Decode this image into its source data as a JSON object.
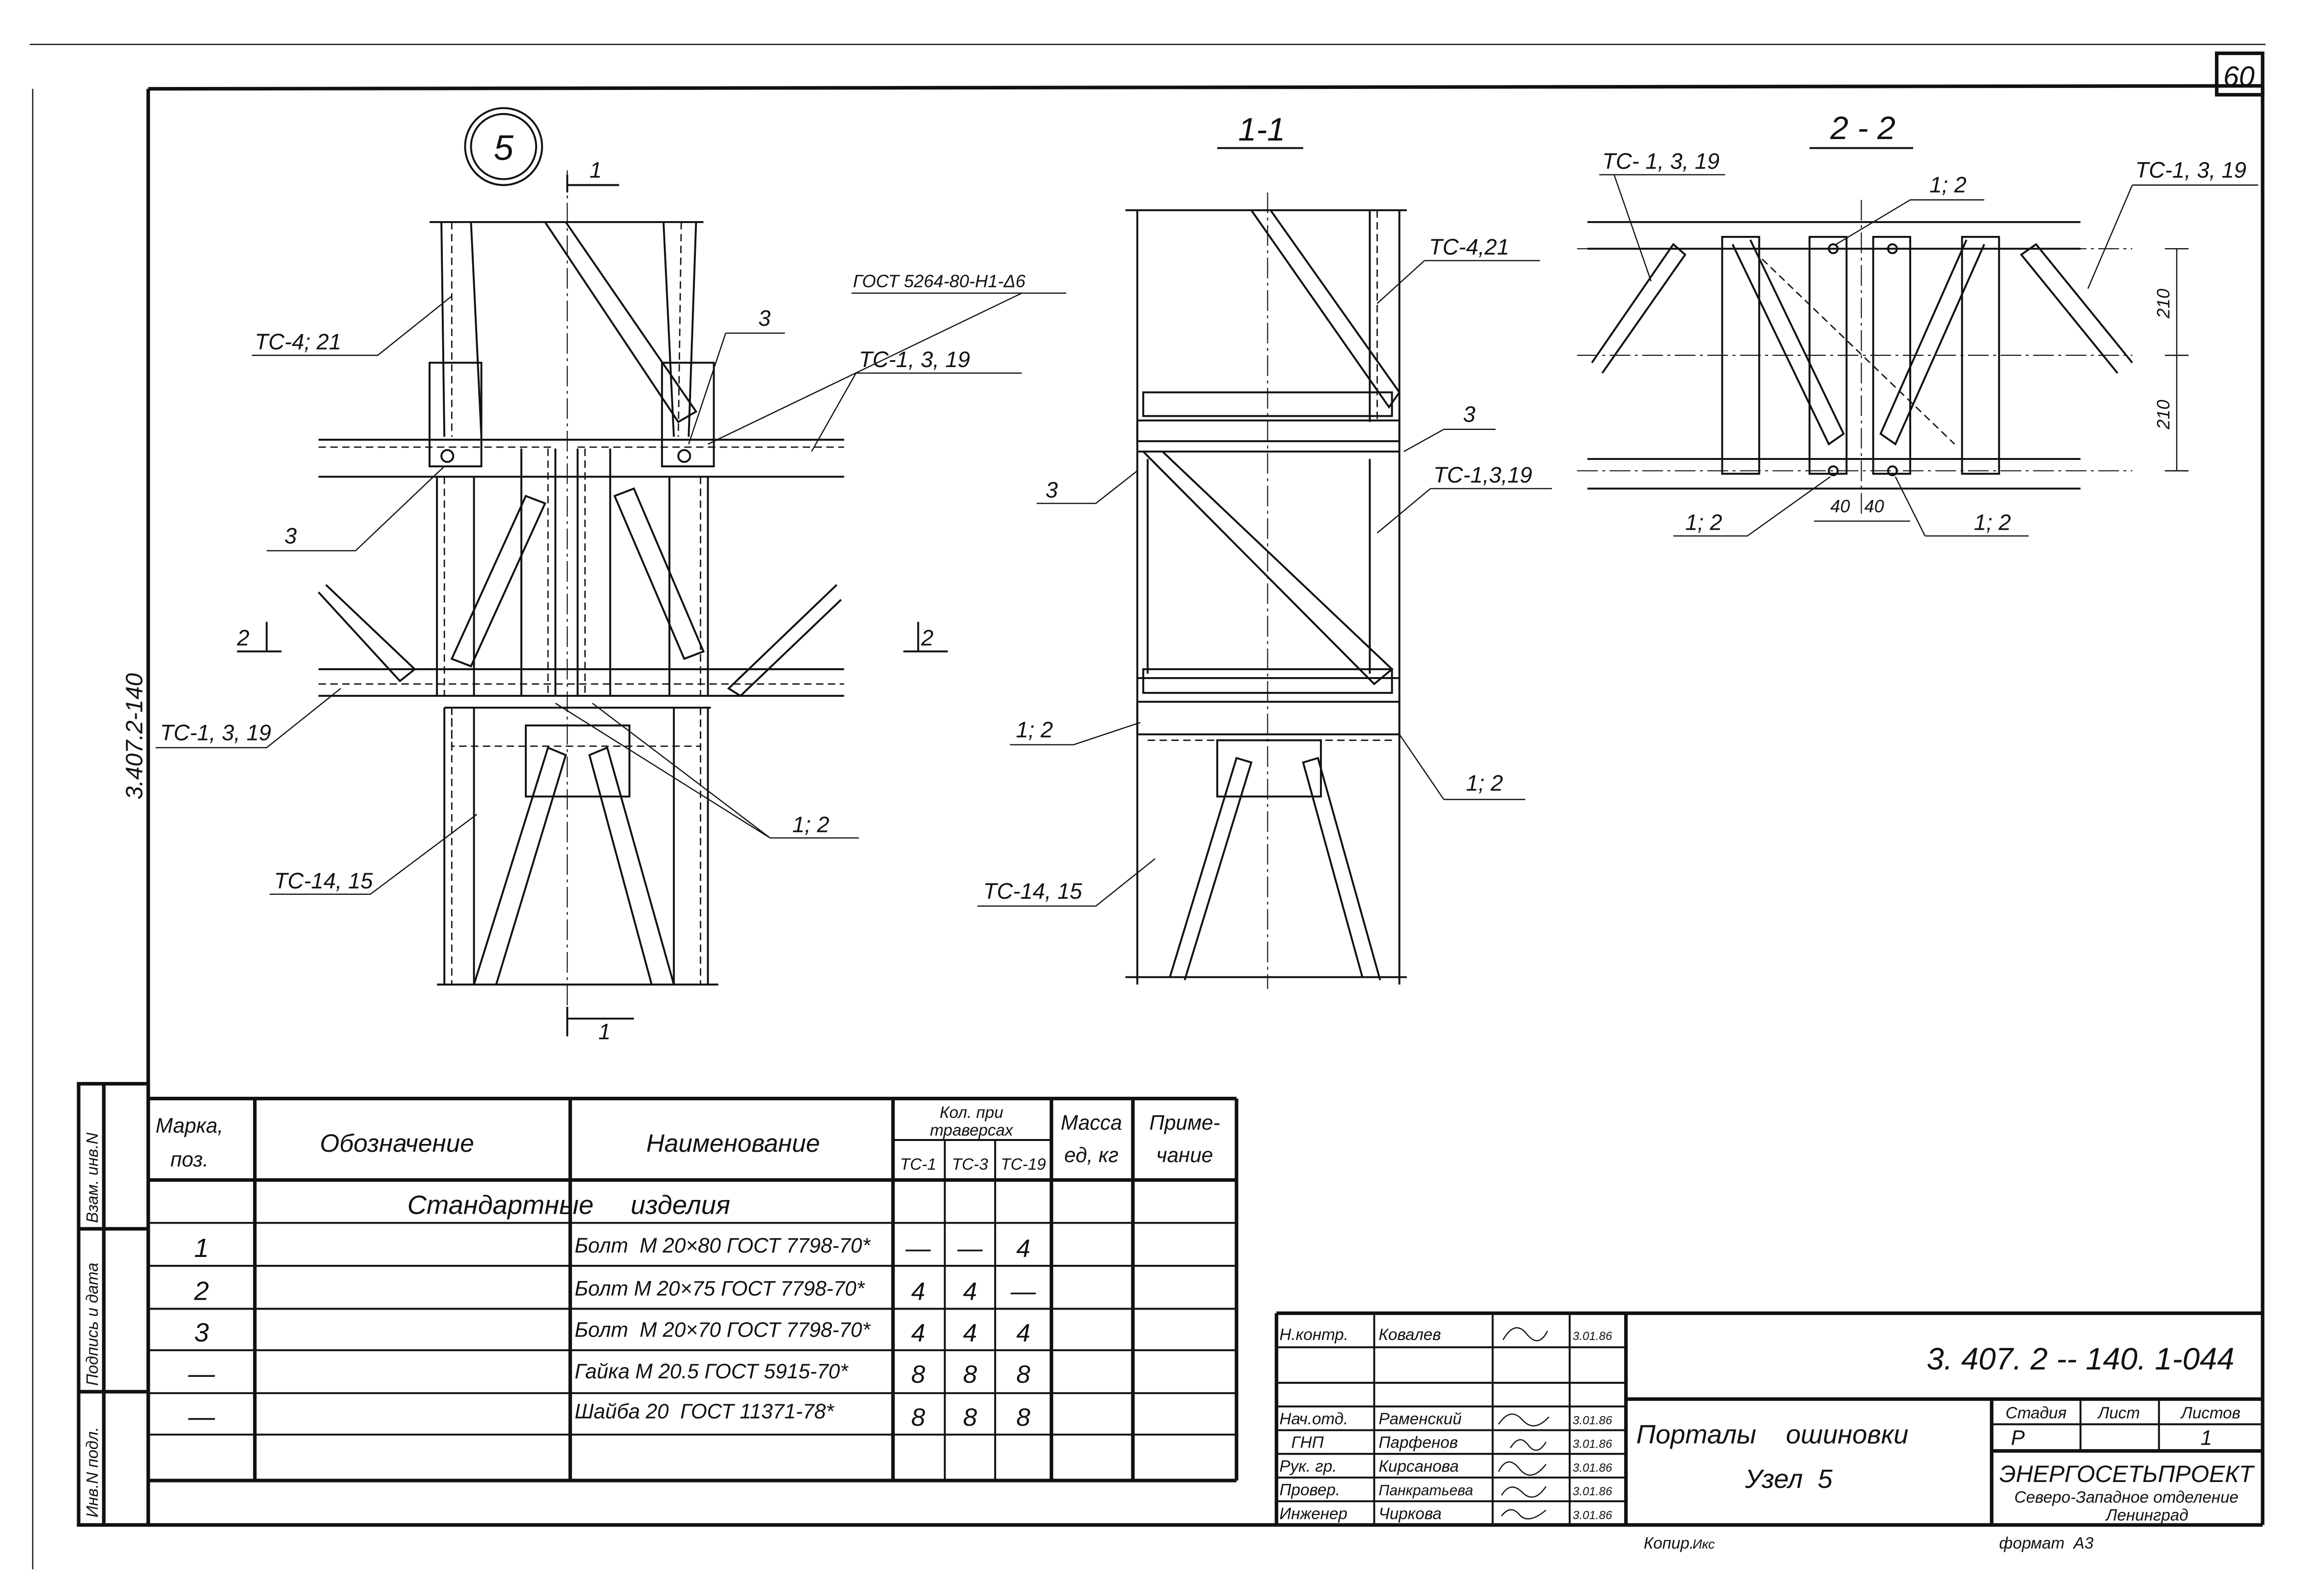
{
  "sheet_number": "60",
  "side_code": "3.407.2-140",
  "stamp_column": [
    "Инв.N подл.",
    "Подпись и дата",
    "Взам. инв.N"
  ],
  "views": {
    "node": {
      "circle_label": "5",
      "section_mark_1": "1",
      "section_mark_2": "2",
      "labels": {
        "tc_4_21": "ТС-4; 21",
        "gost_weld": "ГОСТ 5264-80-Н1-Δ6",
        "pos3_top": "3",
        "tc_1_3_19_top": "ТС-1, 3, 19",
        "pos3_left": "3",
        "tc_1_3_19_bottom": "ТС-1, 3, 19",
        "tc_14_15": "ТС-14, 15",
        "pos12": "1; 2"
      }
    },
    "section_1_1": {
      "title": "1-1",
      "labels": {
        "tc_4_21": "ТС-4,21",
        "pos3_right": "3",
        "tc_1_3_19": "ТС-1,3,19",
        "pos3_left": "3",
        "pos12_left": "1; 2",
        "pos12_right": "1; 2",
        "tc_14_15": "ТС-14, 15"
      }
    },
    "section_2_2": {
      "title": "2 - 2",
      "labels": {
        "tc_left": "ТС- 1, 3, 19",
        "tc_right": "ТС-1, 3, 19",
        "pos12_top": "1; 2",
        "pos12_bl": "1; 2",
        "pos12_br": "1; 2"
      },
      "dimensions": {
        "d1": "210",
        "d2": "210",
        "w1": "40",
        "w2": "40"
      }
    }
  },
  "spec_table": {
    "headers": {
      "mark": "Марка, поз.",
      "mark_l1": "Марка,",
      "mark_l2": "поз.",
      "designation": "Обозначение",
      "name": "Наименование",
      "qty_l1": "Кол.   при",
      "qty_l2": "траверсах",
      "tc1": "ТС-1",
      "tc3": "ТС-3",
      "tc19": "ТС-19",
      "mass_l1": "Масса",
      "mass_l2": "ед, кг",
      "note_l1": "Приме-",
      "note_l2": "чание"
    },
    "section_title": "Стандартные     изделия",
    "rows": [
      {
        "mark": "1",
        "name": "Болт  М 20×80 ГОСТ 7798-70*",
        "tc1": "—",
        "tc3": "—",
        "tc19": "4"
      },
      {
        "mark": "2",
        "name": "Болт М 20×75 ГОСТ 7798-70*",
        "tc1": "4",
        "tc3": "4",
        "tc19": "—"
      },
      {
        "mark": "3",
        "name": "Болт  М 20×70 ГОСТ 7798-70*",
        "tc1": "4",
        "tc3": "4",
        "tc19": "4"
      },
      {
        "mark": "—",
        "name": "Гайка М 20.5 ГОСТ 5915-70*",
        "tc1": "8",
        "tc3": "8",
        "tc19": "8"
      },
      {
        "mark": "—",
        "name": "Шайба 20  ГОСТ 11371-78*",
        "tc1": "8",
        "tc3": "8",
        "tc19": "8"
      }
    ]
  },
  "title_block": {
    "doc_code": "3. 407. 2 -- 140. 1-044",
    "signatures": [
      {
        "role": "Н.контр.",
        "name": "Ковалев",
        "date": "3.01.86"
      },
      {
        "role": "Нач.отд.",
        "name": "Раменский",
        "date": "3.01.86"
      },
      {
        "role": "ГНП",
        "name": "Парфенов",
        "date": "3.01.86"
      },
      {
        "role": "Рук. гр.",
        "name": "Кирсанова",
        "date": "3.01.86"
      },
      {
        "role": "Провер.",
        "name": "Панкратьева",
        "date": "3.01.86"
      },
      {
        "role": "Инженер",
        "name": "Чиркова",
        "date": "3.01.86"
      }
    ],
    "title_l1": "Порталы    ошиновки",
    "title_l2": "Узел  5",
    "stage_header": "Стадия",
    "sheet_header": "Лист",
    "sheets_header": "Листов",
    "stage": "Р",
    "sheet": "",
    "sheets": "1",
    "org_l1": "ЭНЕРГОСЕТЬПРОЕКТ",
    "org_l2": "Северо-Западное отделение",
    "org_l3": "Ленинград"
  },
  "footer": {
    "copied": "Копир.",
    "copied_sig": "Икс",
    "format": "формат  А3"
  }
}
